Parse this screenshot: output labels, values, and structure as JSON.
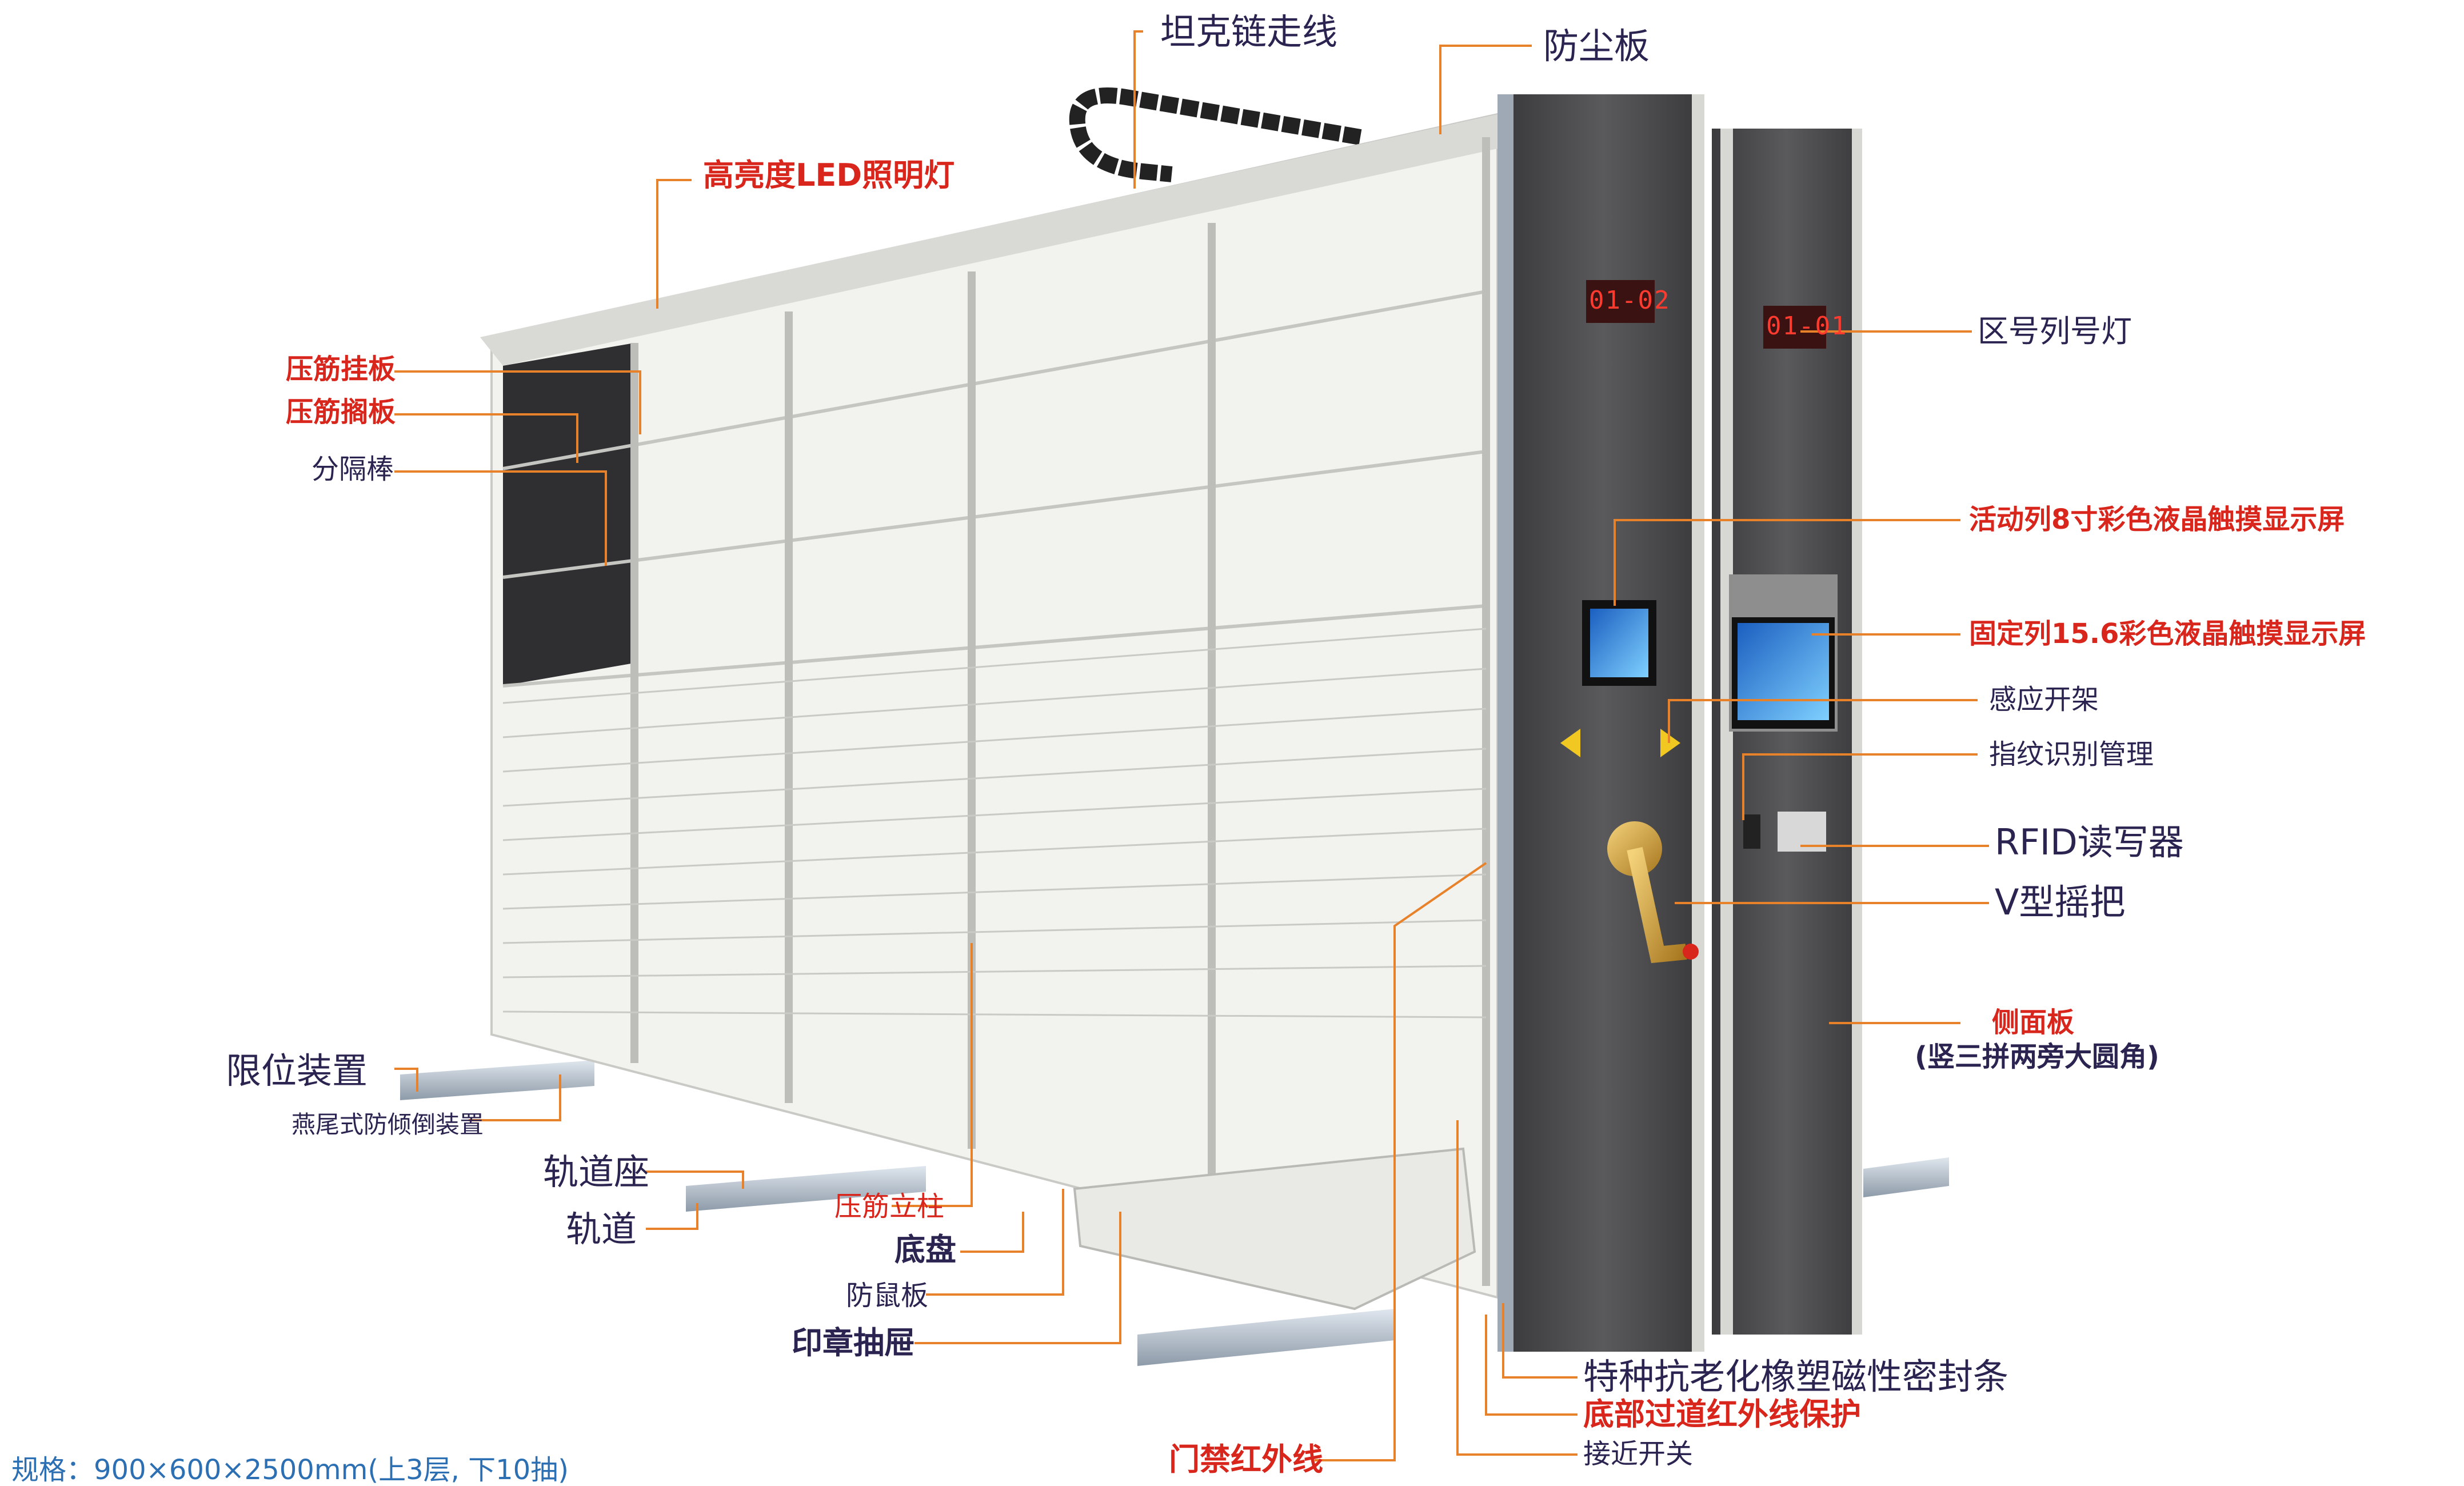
{
  "labels": {
    "tank_chain": "坦克链走线",
    "dust_board": "防尘板",
    "led_light": "高亮度LED照明灯",
    "hanging_board": "压筋挂板",
    "shelf_board": "压筋搁板",
    "divider_rod": "分隔棒",
    "zone_column_light": "区号列号灯",
    "mobile_screen": "活动列8寸彩色液晶触摸显示屏",
    "fixed_screen": "固定列15.6彩色液晶触摸显示屏",
    "sensor_open": "感应开架",
    "fingerprint": "指纹识别管理",
    "rfid": "RFID读写器",
    "v_handle": "V型摇把",
    "side_panel": "侧面板",
    "side_panel_note": "(竖三拼两旁大圆角)",
    "limit_device": "限位装置",
    "dovetail_anti_tip": "燕尾式防倾倒装置",
    "rail_seat": "轨道座",
    "rail": "轨道",
    "ribbed_column": "压筋立柱",
    "chassis": "底盘",
    "rat_guard": "防鼠板",
    "seal_drawer": "印章抽屉",
    "seal_strip": "特种抗老化橡塑磁性密封条",
    "bottom_ir": "底部过道红外线保护",
    "proximity_switch": "接近开关",
    "door_ir": "门禁红外线"
  },
  "displays": {
    "mobile_code": "01-02",
    "fixed_code": "01-01"
  },
  "spec": "规格：900×600×2500mm(上3层, 下10抽)",
  "icons": [
    "tank-chain-icon",
    "led-light-icon",
    "touch-screen-icon",
    "fingerprint-icon",
    "rfid-reader-icon",
    "v-handle-icon",
    "arrow-left-icon",
    "arrow-right-icon"
  ],
  "colors": {
    "label_navy": "#2b2350",
    "label_red": "#d8261c",
    "leader_orange": "#e8822a",
    "panel_dark": "#4a4a4c",
    "cabinet_white": "#efefec",
    "spec_blue": "#2d6fb3"
  }
}
